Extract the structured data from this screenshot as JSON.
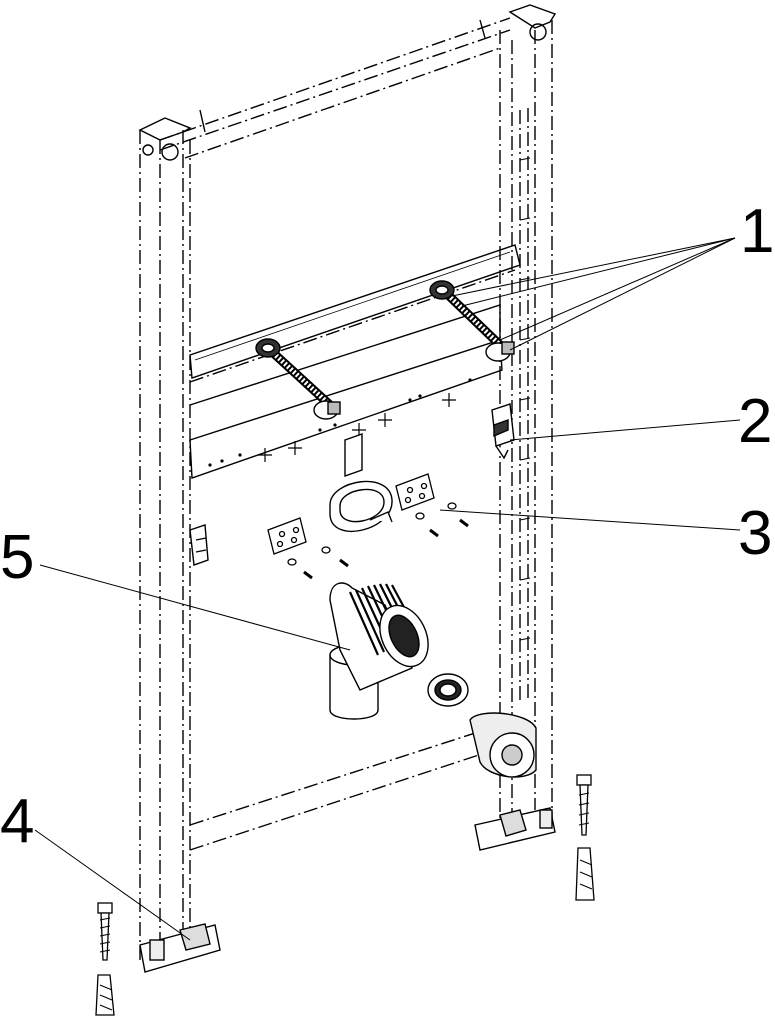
{
  "callouts": {
    "c1": "1",
    "c2": "2",
    "c3": "3",
    "c4": "4",
    "c5": "5"
  },
  "parts": {
    "frame": "frame",
    "threaded_rods": "threaded-rods",
    "bracket_clamp": "bracket-clamp",
    "mounting_plates": "mounting-plates",
    "feet": "feet",
    "drain_elbow": "drain-elbow"
  },
  "colors": {
    "line": "#000000",
    "background": "#ffffff",
    "shade": "#d9d9d9"
  }
}
